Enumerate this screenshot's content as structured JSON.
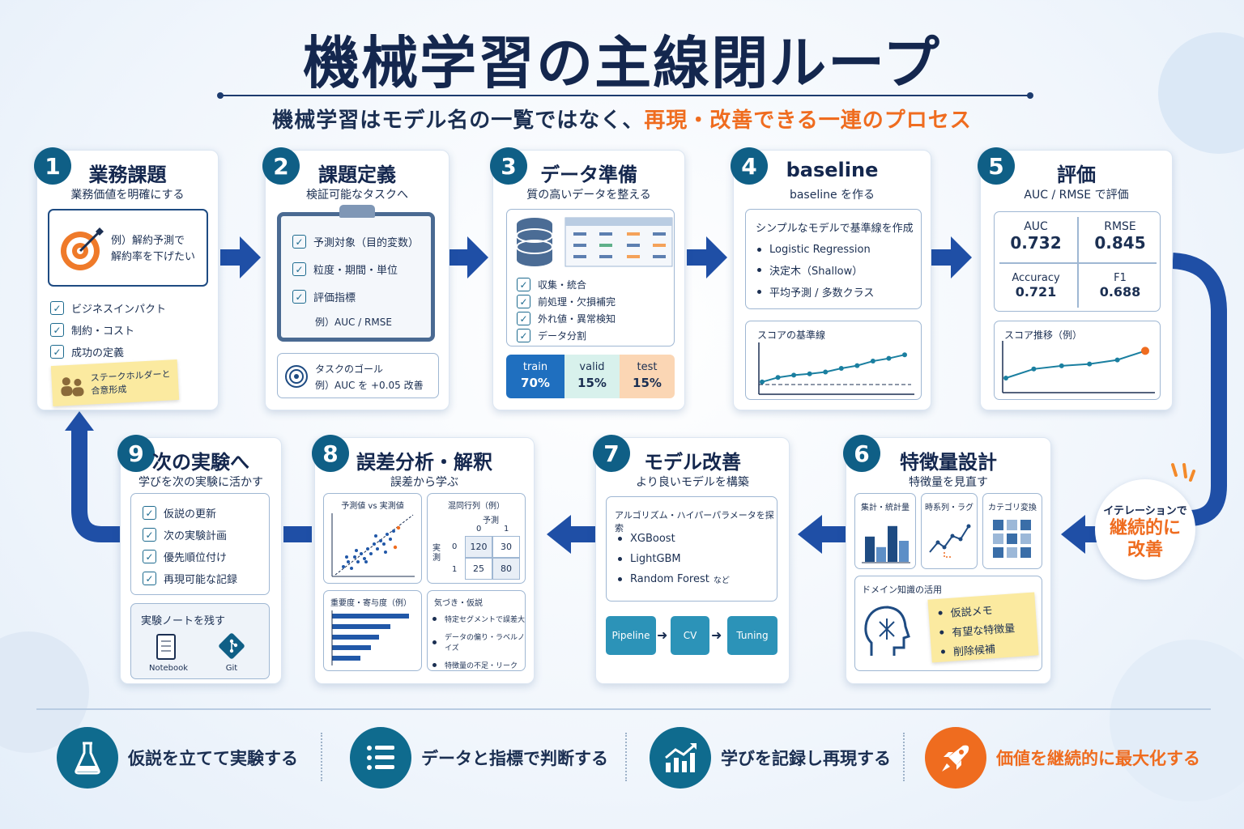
{
  "title": "機械学習の主線閉ループ",
  "subtitle": {
    "lead": "機械学習はモデル名の一覧ではなく、",
    "accent": "再現・改善できる一連のプロセス"
  },
  "colors": {
    "navy": "#14274e",
    "teal": "#0f5f86",
    "orange": "#ef6c1f",
    "arrow_blue": "#1f4fa6"
  },
  "steps": {
    "s1": {
      "num": "1",
      "title": "業務課題",
      "sub": "業務価値を明確にする",
      "example": [
        "例）解約予測で",
        "解約率を下げたい"
      ],
      "checks": [
        "ビジネスインパクト",
        "制約・コスト",
        "成功の定義"
      ],
      "note": [
        "ステークホルダーと",
        "合意形成"
      ]
    },
    "s2": {
      "num": "2",
      "title": "課題定義",
      "sub": "検証可能なタスクへ",
      "checks": [
        "予測対象（目的変数）",
        "粒度・期間・単位",
        "評価指標"
      ],
      "metric_example": "例）AUC / RMSE",
      "goal_title": "タスクのゴール",
      "goal_text": "例）AUC を +0.05 改善"
    },
    "s3": {
      "num": "3",
      "title": "データ準備",
      "sub": "質の高いデータを整える",
      "checks": [
        "収集・統合",
        "前処理・欠損補完",
        "外れ値・異常検知",
        "データ分割"
      ],
      "splits": [
        {
          "name": "train",
          "pct": "70%"
        },
        {
          "name": "valid",
          "pct": "15%"
        },
        {
          "name": "test",
          "pct": "15%"
        }
      ]
    },
    "s4": {
      "num": "4",
      "title": "baseline",
      "sub": "baseline を作る",
      "box_title": "シンプルなモデルで基準線を作成",
      "items": [
        "Logistic Regression",
        "決定木（Shallow）",
        "平均予測 / 多数クラス"
      ],
      "chart_title": "スコアの基準線"
    },
    "s5": {
      "num": "5",
      "title": "評価",
      "sub": "AUC / RMSE で評価",
      "metrics": [
        {
          "name": "AUC",
          "value": "0.732"
        },
        {
          "name": "RMSE",
          "value": "0.845"
        },
        {
          "name": "Accuracy",
          "value": "0.721"
        },
        {
          "name": "F1",
          "value": "0.688"
        }
      ],
      "chart_title": "スコア推移（例）"
    },
    "s6": {
      "num": "6",
      "title": "特徴量設計",
      "sub": "特徴量を見直す",
      "panels": [
        "集計・統計量",
        "時系列・ラグ",
        "カテゴリ変換"
      ],
      "domain_title": "ドメイン知識の活用",
      "memo": [
        "仮説メモ",
        "有望な特徴量",
        "削除候補"
      ]
    },
    "s7": {
      "num": "7",
      "title": "モデル改善",
      "sub": "より良いモデルを構築",
      "box_title": "アルゴリズム・ハイパーパラメータを探索",
      "models": [
        "XGBoost",
        "LightGBM",
        "Random Forest"
      ],
      "etc": "など",
      "pipeline": [
        "Pipeline",
        "CV",
        "Tuning"
      ]
    },
    "s8": {
      "num": "8",
      "title": "誤差分析・解釈",
      "sub": "誤差から学ぶ",
      "scatter_title": "予測値 vs 実測値",
      "cm_title": "混同行列（例）",
      "cm_pred": "予測",
      "cm_actual": "実測",
      "cm": {
        "cols": [
          "0",
          "1"
        ],
        "rows": [
          {
            "label": "0",
            "vals": [
              "120",
              "30"
            ]
          },
          {
            "label": "1",
            "vals": [
              "25",
              "80"
            ]
          }
        ]
      },
      "imp_title": "重要度・寄与度（例）",
      "insight_title": "気づき・仮説",
      "insights": [
        "特定セグメントで誤差大",
        "データの偏り・ラベルノイズ",
        "特徴量の不足・リーク"
      ]
    },
    "s9": {
      "num": "9",
      "title": "次の実験へ",
      "sub": "学びを次の実験に活かす",
      "checks": [
        "仮説の更新",
        "次の実験計画",
        "優先順位付け",
        "再現可能な記録"
      ],
      "note_title": "実験ノートを残す",
      "tools": [
        "Notebook",
        "Git"
      ]
    }
  },
  "loop_badge": {
    "line1": "イテレーションで",
    "line2": "継続的に",
    "line3": "改善"
  },
  "features": [
    "仮説を立てて実験する",
    "データと指標で判断する",
    "学びを記録し再現する",
    "価値を継続的に最大化する"
  ],
  "chart_data": [
    {
      "type": "line",
      "title": "スコアの基準線",
      "x": [
        1,
        2,
        3,
        4,
        5,
        6,
        7,
        8,
        9,
        10
      ],
      "y": [
        0.2,
        0.3,
        0.35,
        0.38,
        0.42,
        0.5,
        0.56,
        0.66,
        0.72,
        0.8
      ]
    },
    {
      "type": "line",
      "title": "スコア推移（例）",
      "x": [
        1,
        2,
        3,
        4,
        5,
        6
      ],
      "y": [
        0.25,
        0.45,
        0.52,
        0.56,
        0.65,
        0.85
      ]
    },
    {
      "type": "bar",
      "title": "集計・統計量",
      "values": [
        0.6,
        0.35,
        0.85,
        0.5
      ]
    },
    {
      "type": "bar",
      "title": "重要度・寄与度（例）",
      "values": [
        0.95,
        0.72,
        0.58,
        0.48,
        0.35
      ]
    }
  ]
}
